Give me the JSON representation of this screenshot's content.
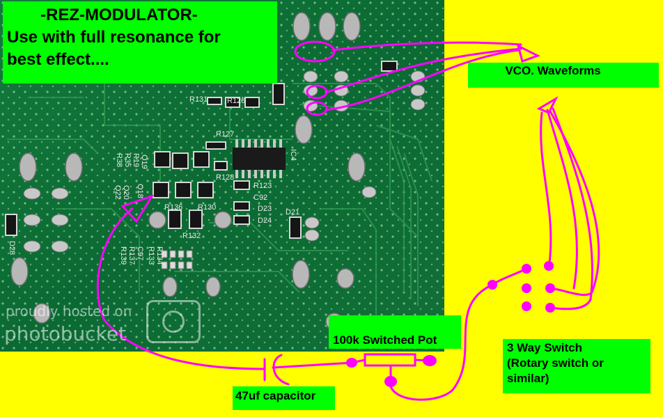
{
  "title": {
    "line1": "-REZ-MODULATOR-",
    "line2": "Use with full resonance for",
    "line3": "best effect...."
  },
  "labels": {
    "vco": "VCO. Waveforms",
    "pot": "100k Switched Pot",
    "switch_line1": "3 Way Switch",
    "switch_line2": "(Rotary switch or",
    "switch_line3": "similar)",
    "capacitor": "47uf capacitor"
  },
  "pcb_markings": {
    "r131": "R131",
    "r126": "R126",
    "r127": "R127",
    "r128": "R128",
    "r123": "R123",
    "c92": "C92",
    "d23": "D23",
    "d24": "D24",
    "d21": "D21",
    "ic4": "IC4",
    "r136": "R136",
    "r130": "R130",
    "r132": "R132",
    "r38": "R38",
    "r35": "R35",
    "r19": "R19",
    "q19": "Q19",
    "q20": "Q20",
    "q22": "Q22",
    "q18": "Q18",
    "d28": "D28",
    "r139": "R139",
    "r137": "R137",
    "c97": "C97",
    "r133": "R133",
    "r134": "R134"
  },
  "watermark": {
    "line1": "proudly hosted on",
    "line2": "photobucket"
  },
  "colors": {
    "background": "#ffff00",
    "label_fill": "#00ff00",
    "wire": "#ff00ff",
    "pcb": "#0e7a3a"
  }
}
